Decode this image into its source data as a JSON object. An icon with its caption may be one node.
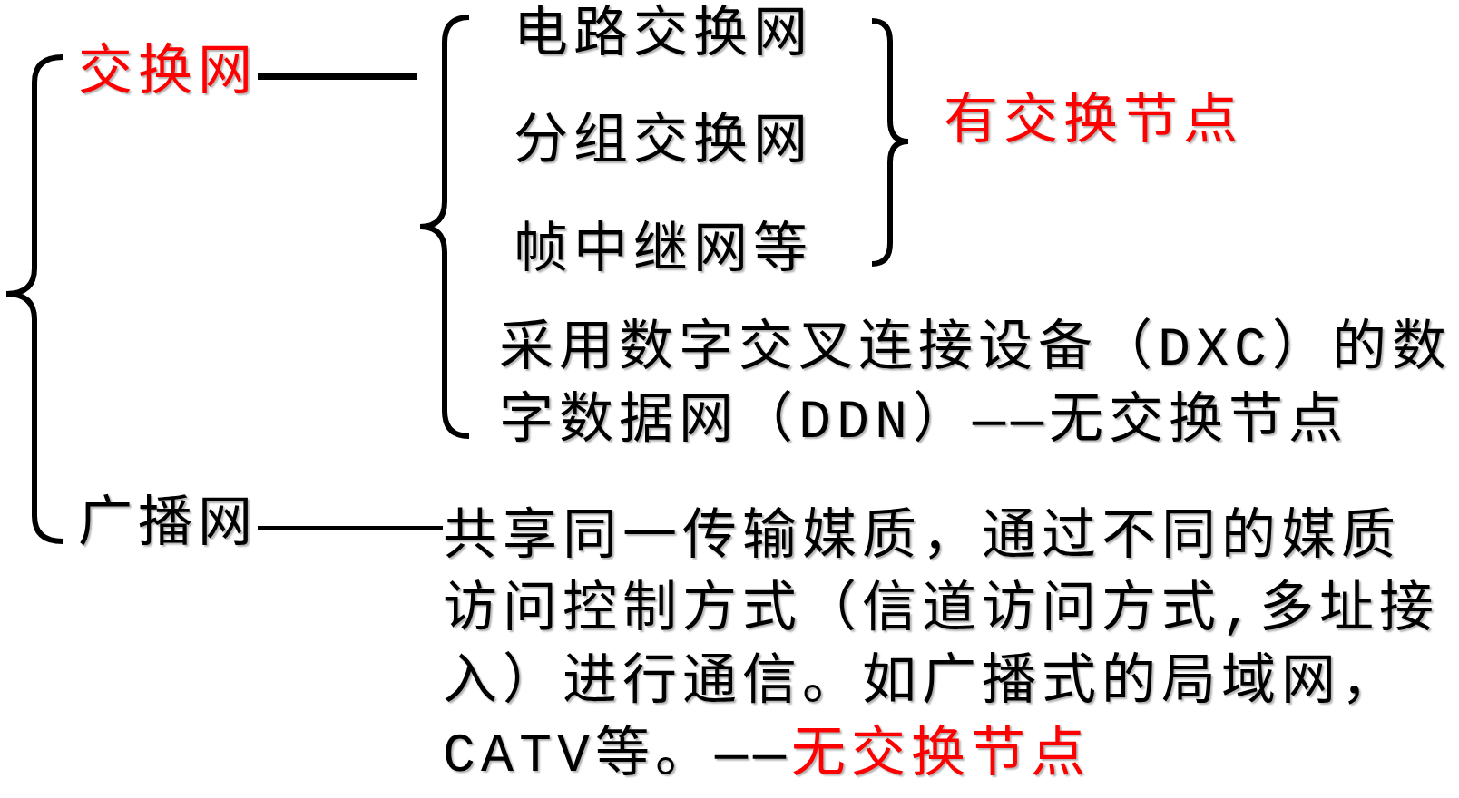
{
  "diagram": {
    "nodes": [
      {
        "text": [
          "交换网"
        ]
      },
      {
        "text": [],
        "shape": "brace"
      },
      {
        "text": [
          "广播网"
        ]
      },
      {
        "text": [
          "共享同一传输媒质，通过不同的媒质访问控制方式（信道访问方式,多址接入）进行通信。如广播式的局域网，CATV等。——",
          "无交换节点"
        ]
      }
    ],
    "edges": [
      {
        "from": 0,
        "to": 1,
        "arrow": "none",
        "style": "thick"
      },
      {
        "from": 2,
        "to": 3,
        "arrow": "none"
      }
    ],
    "labels": [
      "电路交换网",
      "分组交换网",
      "有交换节点",
      "帧中继网等",
      "采用数字交叉连接设备（DXC）的数字数据网（DDN）——无交换节点"
    ]
  }
}
